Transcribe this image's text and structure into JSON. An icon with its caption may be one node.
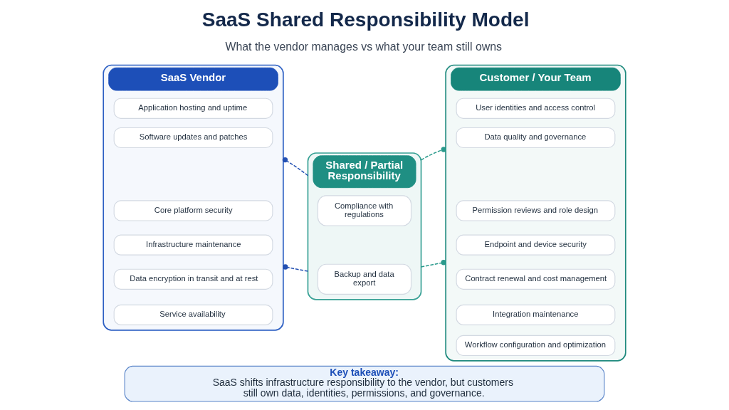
{
  "diagram": {
    "title": "SaaS Shared Responsibility Model",
    "nodes": [
      {
        "text": [
          "SaaS Vendor"
        ]
      },
      {
        "text": [
          "Application hosting and uptime"
        ],
        "in": 0
      },
      {
        "text": [
          "Software updates and patches"
        ],
        "in": 0
      },
      {
        "text": [
          "Core platform security"
        ],
        "in": 0
      },
      {
        "text": [
          "Infrastructure maintenance"
        ],
        "in": 0
      },
      {
        "text": [
          "Data encryption in transit and at rest"
        ],
        "in": 0
      },
      {
        "text": [
          "Service availability"
        ],
        "in": 0
      },
      {
        "text": [
          "Shared / Partial Responsibility"
        ]
      },
      {
        "text": [
          "Compliance with regulations"
        ],
        "in": 7
      },
      {
        "text": [
          "Backup and data export"
        ],
        "in": 7
      },
      {
        "text": [
          "Customer / Your Team"
        ]
      },
      {
        "text": [
          "User identities and access control"
        ],
        "in": 10
      },
      {
        "text": [
          "Data quality and governance"
        ],
        "in": 10
      },
      {
        "text": [
          "Permission reviews and role design"
        ],
        "in": 10
      },
      {
        "text": [
          "Endpoint and device security"
        ],
        "in": 10
      },
      {
        "text": [
          "Contract renewal and cost management"
        ],
        "in": 10
      },
      {
        "text": [
          "Integration maintenance"
        ],
        "in": 10
      },
      {
        "text": [
          "Workflow configuration and optimization"
        ],
        "in": 10
      },
      {
        "text": [
          "Key takeaway:",
          "SaaS shifts infrastructure responsibility to the vendor, but customers still own data, identities, permissions, and governance."
        ]
      }
    ],
    "edges": [
      {
        "from": 7,
        "to": 0,
        "arrow": "other",
        "style": "dashed",
        "color": "#2451b3"
      },
      {
        "from": 7,
        "to": 0,
        "arrow": "other",
        "style": "dashed",
        "color": "#2451b3"
      },
      {
        "from": 7,
        "to": 10,
        "arrow": "other",
        "style": "dashed",
        "color": "#2a9a8c"
      },
      {
        "from": 7,
        "to": 10,
        "arrow": "other",
        "style": "dashed",
        "color": "#2a9a8c"
      }
    ],
    "labels": [
      "What the vendor manages vs what your team still owns"
    ]
  }
}
